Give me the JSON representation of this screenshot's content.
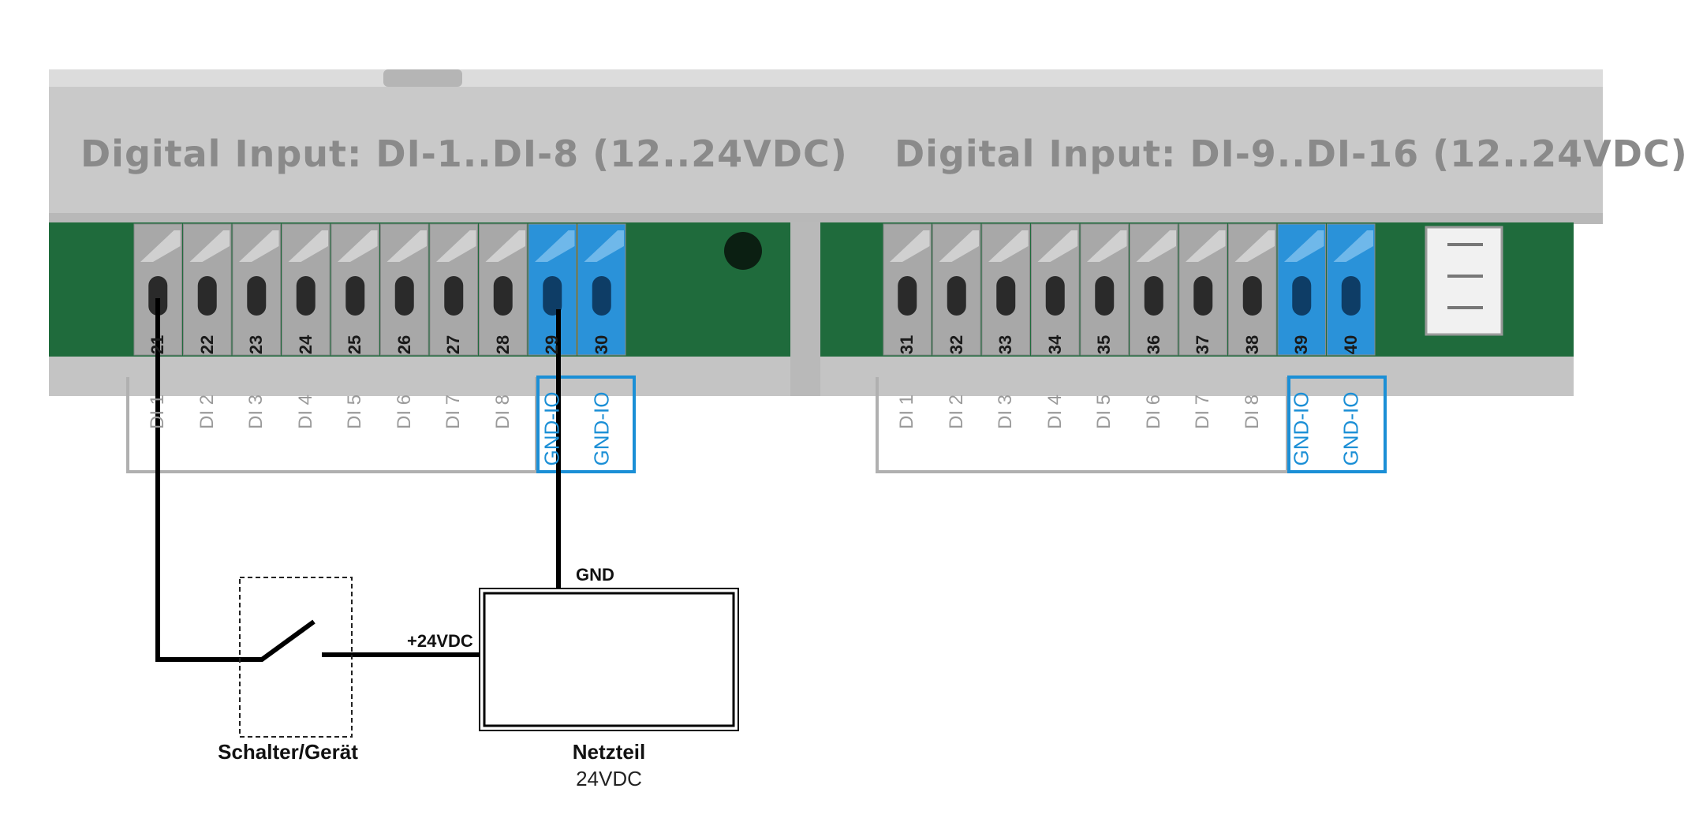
{
  "colors": {
    "housing": "#c9c9c9",
    "terminal_gray": "#a8a8a8",
    "terminal_blue": "#2a92d9",
    "pcb_green": "#1f6b3c",
    "wire": "#000000",
    "di_frame": "#b0b0b0",
    "gnd_frame": "#1b8fd6"
  },
  "module_left": {
    "title": "Digital Input: DI-1..DI-8 (12..24VDC)",
    "terminals": [
      "21",
      "22",
      "23",
      "24",
      "25",
      "26",
      "27",
      "28",
      "29",
      "30"
    ],
    "di_labels": [
      "DI 1",
      "DI 2",
      "DI 3",
      "DI 4",
      "DI 5",
      "DI 6",
      "DI 7",
      "DI 8"
    ],
    "gnd_labels": [
      "GND-IO",
      "GND-IO"
    ]
  },
  "module_right": {
    "title": "Digital Input: DI-9..DI-16 (12..24VDC)",
    "terminals": [
      "31",
      "32",
      "33",
      "34",
      "35",
      "36",
      "37",
      "38",
      "39",
      "40"
    ],
    "di_labels": [
      "DI 1",
      "DI 2",
      "DI 3",
      "DI 4",
      "DI 5",
      "DI 6",
      "DI 7",
      "DI 8"
    ],
    "gnd_labels": [
      "GND-IO",
      "GND-IO"
    ]
  },
  "circuit": {
    "gnd_label": "GND",
    "supply_label": "+24VDC",
    "switch_caption": "Schalter/Gerät",
    "psu_caption": "Netzteil",
    "psu_voltage": "24VDC"
  }
}
